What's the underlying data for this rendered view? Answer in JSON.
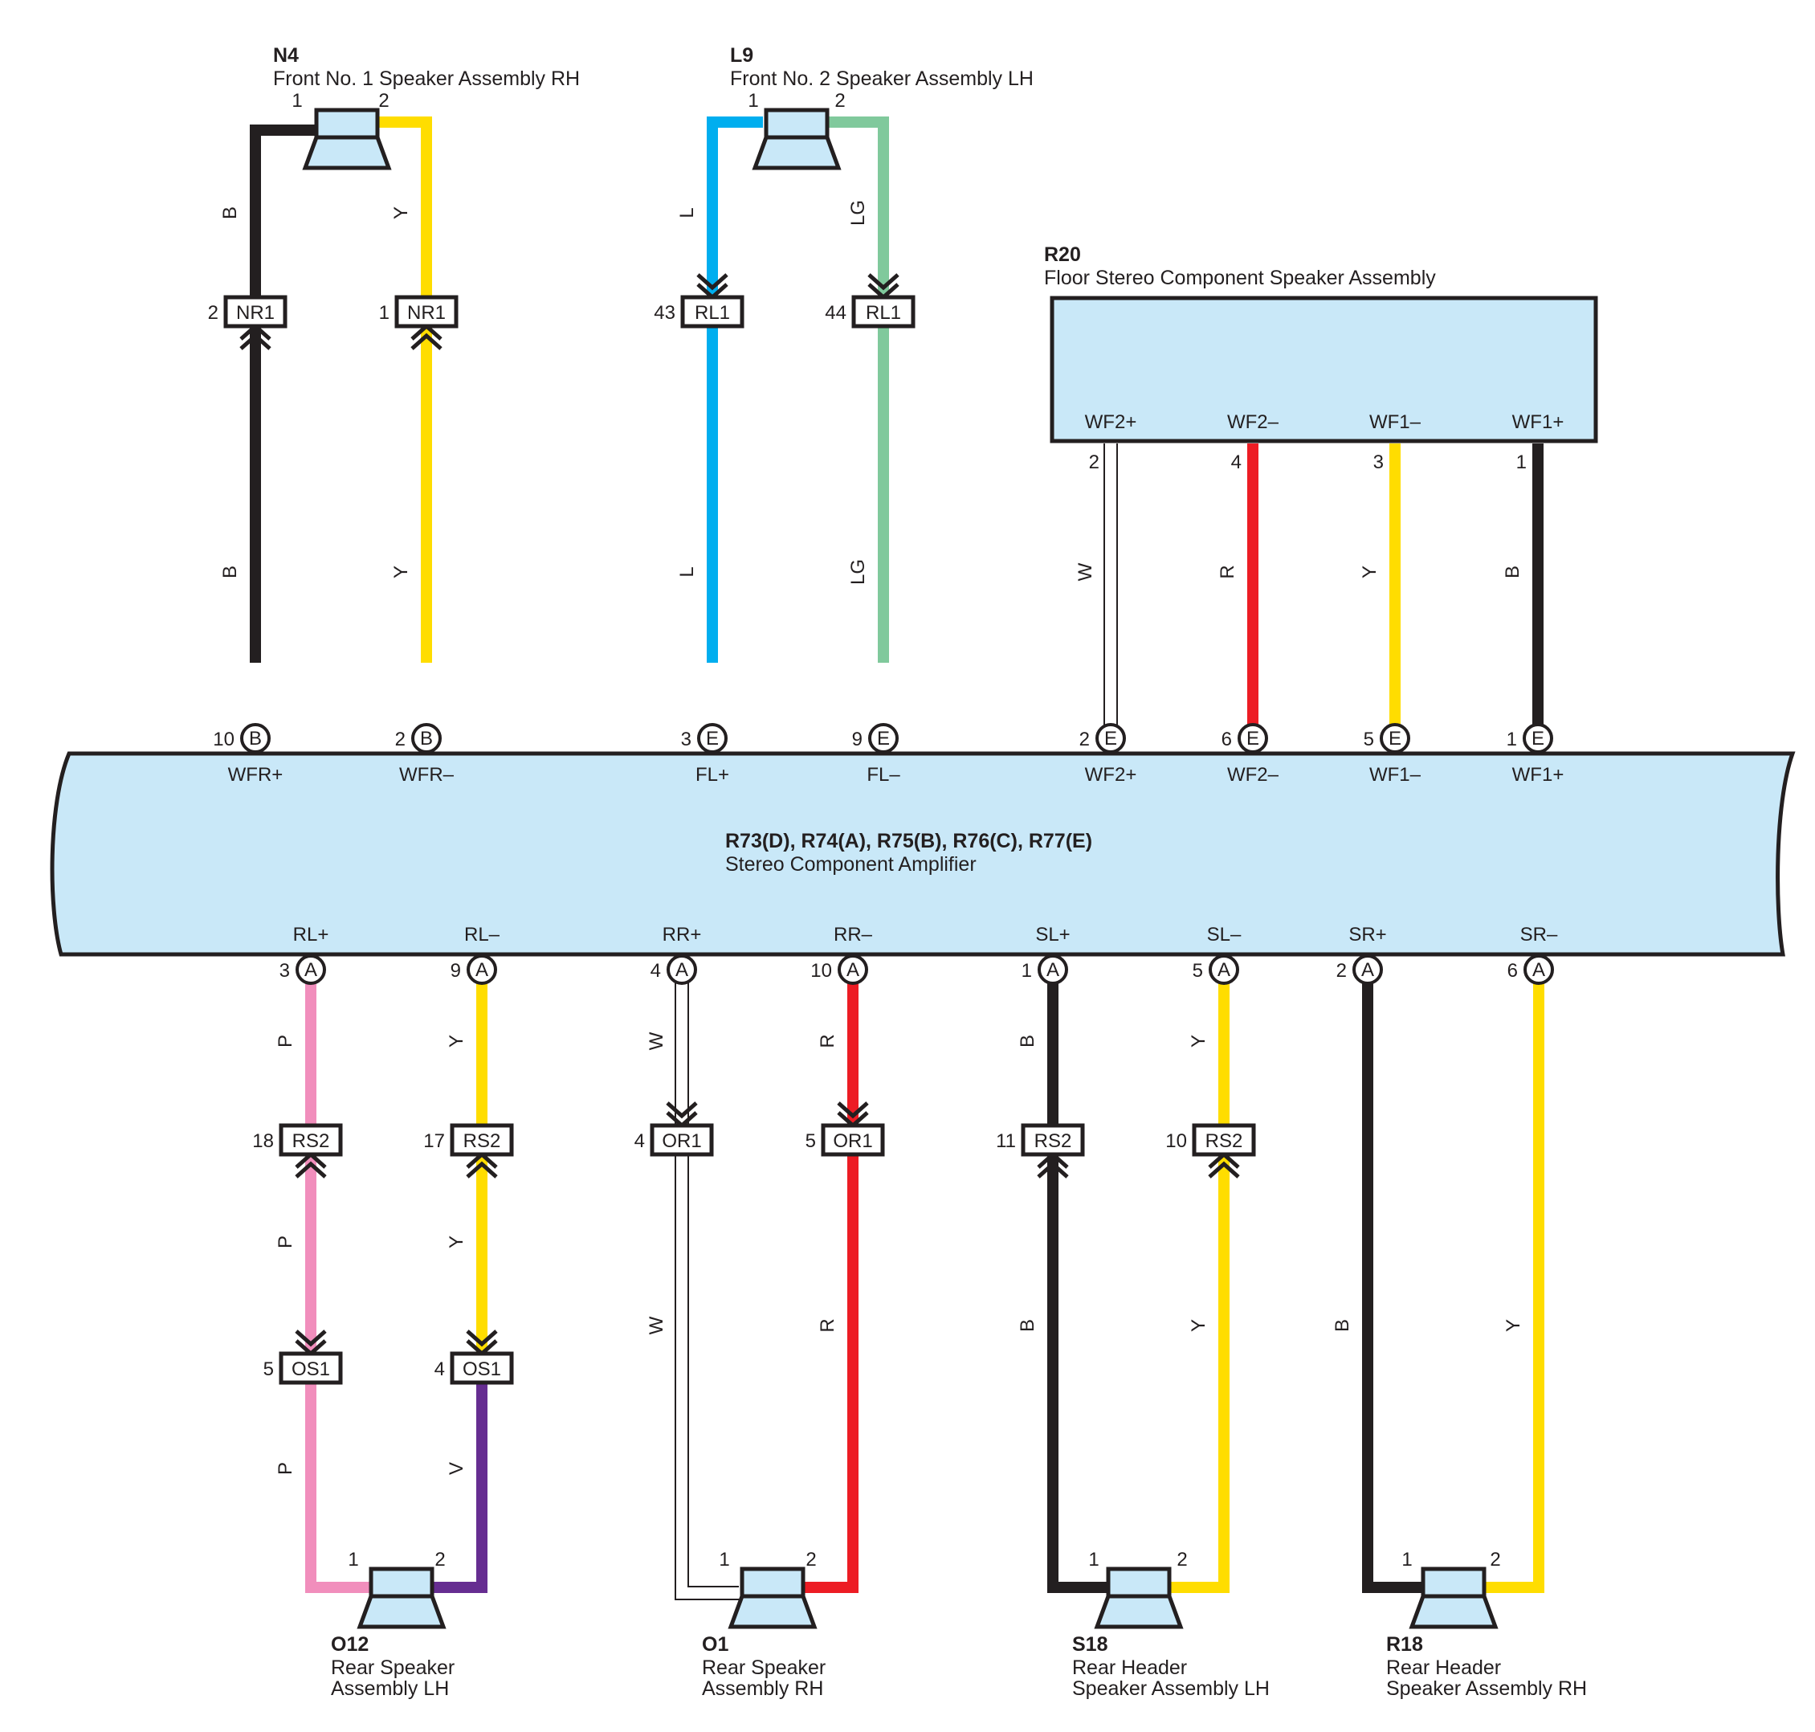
{
  "colors": {
    "B": "#231f20",
    "Y": "#ffdd00",
    "L": "#00aeef",
    "LG": "#80c99c",
    "R": "#ed1c24",
    "W": "#ffffff",
    "P": "#f18ebc",
    "V": "#662d91",
    "component_fill": "#c9e8f8",
    "outline": "#231f20"
  },
  "amplifier": {
    "code": "R73(D), R74(A), R75(B), R76(C), R77(E)",
    "name": "Stereo Component Amplifier"
  },
  "floor_speaker": {
    "code": "R20",
    "name": "Floor Stereo Component Speaker Assembly",
    "terminals": [
      "WF2+",
      "WF2–",
      "WF1–",
      "WF1+"
    ]
  },
  "speakers": [
    {
      "id": "n4",
      "code": "N4",
      "line1": "Front No. 1 Speaker Assembly RH",
      "line2": "",
      "pin_left": "1",
      "pin_right": "2"
    },
    {
      "id": "l9",
      "code": "L9",
      "line1": "Front No. 2 Speaker Assembly LH",
      "line2": "",
      "pin_left": "1",
      "pin_right": "2"
    },
    {
      "id": "o12",
      "code": "O12",
      "line1": "Rear Speaker",
      "line2": "Assembly LH",
      "pin_left": "1",
      "pin_right": "2"
    },
    {
      "id": "o1",
      "code": "O1",
      "line1": "Rear Speaker",
      "line2": "Assembly RH",
      "pin_left": "1",
      "pin_right": "2"
    },
    {
      "id": "s18",
      "code": "S18",
      "line1": "Rear Header",
      "line2": "Speaker Assembly LH",
      "pin_left": "1",
      "pin_right": "2"
    },
    {
      "id": "r18",
      "code": "R18",
      "line1": "Rear Header",
      "line2": "Speaker Assembly RH",
      "pin_left": "1",
      "pin_right": "2"
    }
  ],
  "top_circuits": [
    {
      "terminal": "WFR+",
      "pin": "10",
      "conn": "B",
      "color": "B",
      "segments": [
        "B",
        "B"
      ],
      "inline": {
        "name": "NR1",
        "pin": "2",
        "arrow": "up"
      }
    },
    {
      "terminal": "WFR–",
      "pin": "2",
      "conn": "B",
      "color": "Y",
      "segments": [
        "Y",
        "Y"
      ],
      "inline": {
        "name": "NR1",
        "pin": "1",
        "arrow": "up"
      }
    },
    {
      "terminal": "FL+",
      "pin": "3",
      "conn": "E",
      "color": "L",
      "segments": [
        "L",
        "L"
      ],
      "inline": {
        "name": "RL1",
        "pin": "43",
        "arrow": "down"
      }
    },
    {
      "terminal": "FL–",
      "pin": "9",
      "conn": "E",
      "color": "LG",
      "segments": [
        "LG",
        "LG"
      ],
      "inline": {
        "name": "RL1",
        "pin": "44",
        "arrow": "down"
      }
    },
    {
      "terminal": "WF2+",
      "pin": "2",
      "conn": "E",
      "color": "W",
      "segments": [
        "W"
      ],
      "floor_pin": "2"
    },
    {
      "terminal": "WF2–",
      "pin": "6",
      "conn": "E",
      "color": "R",
      "segments": [
        "R"
      ],
      "floor_pin": "4"
    },
    {
      "terminal": "WF1–",
      "pin": "5",
      "conn": "E",
      "color": "Y",
      "segments": [
        "Y"
      ],
      "floor_pin": "3"
    },
    {
      "terminal": "WF1+",
      "pin": "1",
      "conn": "E",
      "color": "B",
      "segments": [
        "B"
      ],
      "floor_pin": "1"
    }
  ],
  "bottom_circuits": [
    {
      "terminal": "RL+",
      "pin": "3",
      "conn": "A",
      "segments": [
        "P",
        "P",
        "P"
      ],
      "inline1": {
        "name": "RS2",
        "pin": "18",
        "arrow": "up"
      },
      "inline2": {
        "name": "OS1",
        "pin": "5",
        "arrow": "down"
      }
    },
    {
      "terminal": "RL–",
      "pin": "9",
      "conn": "A",
      "segments": [
        "Y",
        "Y",
        "V"
      ],
      "inline1": {
        "name": "RS2",
        "pin": "17",
        "arrow": "up"
      },
      "inline2": {
        "name": "OS1",
        "pin": "4",
        "arrow": "down"
      }
    },
    {
      "terminal": "RR+",
      "pin": "4",
      "conn": "A",
      "segments": [
        "W",
        "W"
      ],
      "inline1": {
        "name": "OR1",
        "pin": "4",
        "arrow": "down"
      }
    },
    {
      "terminal": "RR–",
      "pin": "10",
      "conn": "A",
      "segments": [
        "R",
        "R"
      ],
      "inline1": {
        "name": "OR1",
        "pin": "5",
        "arrow": "down"
      }
    },
    {
      "terminal": "SL+",
      "pin": "1",
      "conn": "A",
      "segments": [
        "B",
        "B"
      ],
      "inline1": {
        "name": "RS2",
        "pin": "11",
        "arrow": "up"
      }
    },
    {
      "terminal": "SL–",
      "pin": "5",
      "conn": "A",
      "segments": [
        "Y",
        "Y"
      ],
      "inline1": {
        "name": "RS2",
        "pin": "10",
        "arrow": "up"
      }
    },
    {
      "terminal": "SR+",
      "pin": "2",
      "conn": "A",
      "segments": [
        "B"
      ]
    },
    {
      "terminal": "SR–",
      "pin": "6",
      "conn": "A",
      "segments": [
        "Y"
      ]
    }
  ]
}
